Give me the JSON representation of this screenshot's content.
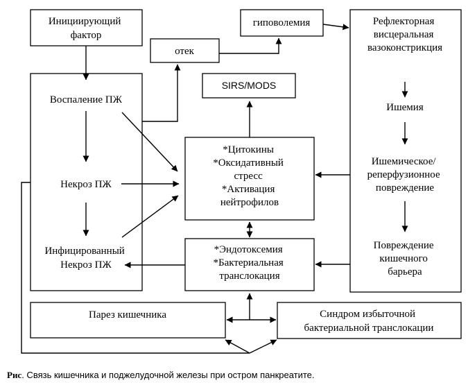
{
  "nodes": {
    "initiating_factor": [
      "Инициирующий",
      "фактор"
    ],
    "hypovolemia": [
      "гиповолемия"
    ],
    "edema": [
      "отек"
    ],
    "reflex_vasoconstriction": [
      "Рефлекторная",
      "висцеральная",
      "вазоконстрикция"
    ],
    "sirs_mods": [
      "SIRS/MODS"
    ],
    "pancreas_inflammation": [
      "Воспаление ПЖ"
    ],
    "pancreas_necrosis": [
      "Некроз ПЖ"
    ],
    "infected_necrosis": [
      "Инфицированный",
      "Некроз ПЖ"
    ],
    "cytokines": [
      "*Цитокины",
      "*Оксидативный",
      "стресс",
      "*Активация",
      "нейтрофилов"
    ],
    "ischemia": [
      "Ишемия"
    ],
    "reperfusion_injury": [
      "Ишемическое/",
      "реперфузионное",
      "повреждение"
    ],
    "barrier_damage": [
      "Повреждение",
      "кишечного",
      "барьера"
    ],
    "endotoxemia": [
      "*Эндотоксемия",
      "*Бактериальная",
      "транслокация"
    ],
    "intestinal_paresis": [
      "Парез кишечника"
    ],
    "bacterial_overgrowth": [
      "Синдром избыточной",
      "бактериальной транслокации"
    ]
  },
  "caption": {
    "prefix": "Рис",
    "text": ". Связь кишечника и поджелудочной железы при остром панкреатите."
  }
}
